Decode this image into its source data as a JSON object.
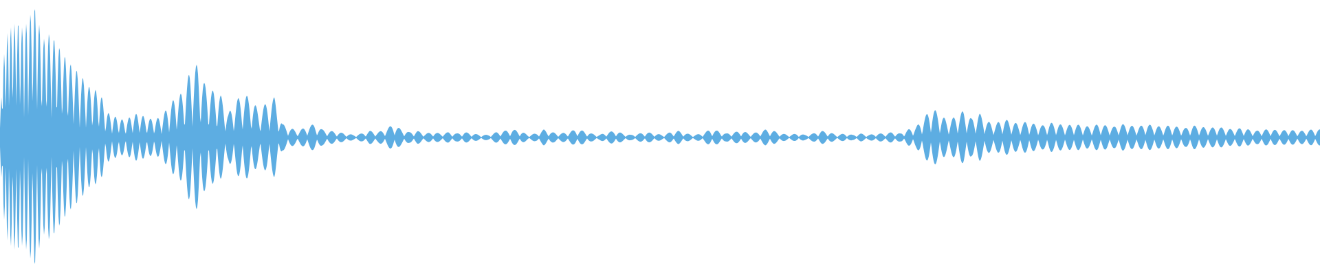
{
  "waveform": {
    "fill_color": "#5DADE2",
    "background_color": "#FFFFFF",
    "amplitude_envelope": [
      [
        0.0,
        0.1
      ],
      [
        0.002,
        0.55
      ],
      [
        0.006,
        0.8
      ],
      [
        0.01,
        0.84
      ],
      [
        0.014,
        0.86
      ],
      [
        0.018,
        0.8
      ],
      [
        0.022,
        0.9
      ],
      [
        0.027,
        0.98
      ],
      [
        0.032,
        0.72
      ],
      [
        0.038,
        0.78
      ],
      [
        0.043,
        0.7
      ],
      [
        0.048,
        0.62
      ],
      [
        0.053,
        0.55
      ],
      [
        0.058,
        0.5
      ],
      [
        0.063,
        0.44
      ],
      [
        0.067,
        0.38
      ],
      [
        0.071,
        0.36
      ],
      [
        0.076,
        0.34
      ],
      [
        0.08,
        0.2
      ],
      [
        0.085,
        0.16
      ],
      [
        0.09,
        0.15
      ],
      [
        0.095,
        0.12
      ],
      [
        0.1,
        0.17
      ],
      [
        0.106,
        0.18
      ],
      [
        0.111,
        0.14
      ],
      [
        0.117,
        0.14
      ],
      [
        0.122,
        0.15
      ],
      [
        0.128,
        0.24
      ],
      [
        0.133,
        0.3
      ],
      [
        0.139,
        0.34
      ],
      [
        0.144,
        0.5
      ],
      [
        0.15,
        0.55
      ],
      [
        0.155,
        0.4
      ],
      [
        0.161,
        0.35
      ],
      [
        0.167,
        0.32
      ],
      [
        0.173,
        0.18
      ],
      [
        0.179,
        0.28
      ],
      [
        0.184,
        0.32
      ],
      [
        0.19,
        0.3
      ],
      [
        0.196,
        0.2
      ],
      [
        0.202,
        0.26
      ],
      [
        0.208,
        0.3
      ],
      [
        0.214,
        0.1
      ],
      [
        0.22,
        0.07
      ],
      [
        0.226,
        0.05
      ],
      [
        0.232,
        0.08
      ],
      [
        0.238,
        0.1
      ],
      [
        0.244,
        0.06
      ],
      [
        0.25,
        0.05
      ],
      [
        0.256,
        0.04
      ],
      [
        0.262,
        0.03
      ],
      [
        0.268,
        0.02
      ],
      [
        0.274,
        0.03
      ],
      [
        0.28,
        0.05
      ],
      [
        0.286,
        0.04
      ],
      [
        0.292,
        0.06
      ],
      [
        0.298,
        0.1
      ],
      [
        0.304,
        0.06
      ],
      [
        0.31,
        0.04
      ],
      [
        0.316,
        0.05
      ],
      [
        0.322,
        0.03
      ],
      [
        0.328,
        0.04
      ],
      [
        0.334,
        0.03
      ],
      [
        0.34,
        0.04
      ],
      [
        0.346,
        0.03
      ],
      [
        0.352,
        0.04
      ],
      [
        0.358,
        0.03
      ],
      [
        0.364,
        0.02
      ],
      [
        0.37,
        0.02
      ],
      [
        0.376,
        0.04
      ],
      [
        0.382,
        0.05
      ],
      [
        0.388,
        0.06
      ],
      [
        0.394,
        0.05
      ],
      [
        0.4,
        0.02
      ],
      [
        0.406,
        0.03
      ],
      [
        0.412,
        0.06
      ],
      [
        0.418,
        0.04
      ],
      [
        0.424,
        0.03
      ],
      [
        0.43,
        0.04
      ],
      [
        0.436,
        0.06
      ],
      [
        0.442,
        0.05
      ],
      [
        0.448,
        0.03
      ],
      [
        0.454,
        0.02
      ],
      [
        0.46,
        0.04
      ],
      [
        0.466,
        0.05
      ],
      [
        0.472,
        0.03
      ],
      [
        0.478,
        0.02
      ],
      [
        0.484,
        0.03
      ],
      [
        0.49,
        0.04
      ],
      [
        0.496,
        0.03
      ],
      [
        0.502,
        0.02
      ],
      [
        0.508,
        0.04
      ],
      [
        0.514,
        0.05
      ],
      [
        0.52,
        0.03
      ],
      [
        0.526,
        0.02
      ],
      [
        0.532,
        0.03
      ],
      [
        0.538,
        0.06
      ],
      [
        0.544,
        0.05
      ],
      [
        0.55,
        0.03
      ],
      [
        0.556,
        0.04
      ],
      [
        0.562,
        0.05
      ],
      [
        0.568,
        0.03
      ],
      [
        0.574,
        0.04
      ],
      [
        0.58,
        0.06
      ],
      [
        0.586,
        0.05
      ],
      [
        0.592,
        0.03
      ],
      [
        0.598,
        0.02
      ],
      [
        0.604,
        0.03
      ],
      [
        0.61,
        0.02
      ],
      [
        0.616,
        0.03
      ],
      [
        0.622,
        0.05
      ],
      [
        0.628,
        0.04
      ],
      [
        0.634,
        0.02
      ],
      [
        0.64,
        0.03
      ],
      [
        0.646,
        0.02
      ],
      [
        0.652,
        0.03
      ],
      [
        0.658,
        0.02
      ],
      [
        0.664,
        0.03
      ],
      [
        0.67,
        0.03
      ],
      [
        0.676,
        0.04
      ],
      [
        0.682,
        0.03
      ],
      [
        0.688,
        0.06
      ],
      [
        0.694,
        0.08
      ],
      [
        0.7,
        0.15
      ],
      [
        0.706,
        0.22
      ],
      [
        0.712,
        0.18
      ],
      [
        0.718,
        0.12
      ],
      [
        0.724,
        0.16
      ],
      [
        0.73,
        0.2
      ],
      [
        0.736,
        0.14
      ],
      [
        0.742,
        0.18
      ],
      [
        0.748,
        0.12
      ],
      [
        0.754,
        0.1
      ],
      [
        0.76,
        0.14
      ],
      [
        0.766,
        0.12
      ],
      [
        0.772,
        0.1
      ],
      [
        0.778,
        0.12
      ],
      [
        0.784,
        0.1
      ],
      [
        0.79,
        0.09
      ],
      [
        0.796,
        0.11
      ],
      [
        0.802,
        0.1
      ],
      [
        0.808,
        0.09
      ],
      [
        0.814,
        0.1
      ],
      [
        0.82,
        0.09
      ],
      [
        0.826,
        0.08
      ],
      [
        0.832,
        0.1
      ],
      [
        0.838,
        0.09
      ],
      [
        0.844,
        0.08
      ],
      [
        0.85,
        0.1
      ],
      [
        0.856,
        0.09
      ],
      [
        0.862,
        0.08
      ],
      [
        0.868,
        0.1
      ],
      [
        0.874,
        0.09
      ],
      [
        0.88,
        0.08
      ],
      [
        0.886,
        0.09
      ],
      [
        0.892,
        0.08
      ],
      [
        0.898,
        0.07
      ],
      [
        0.904,
        0.09
      ],
      [
        0.91,
        0.08
      ],
      [
        0.916,
        0.07
      ],
      [
        0.922,
        0.08
      ],
      [
        0.928,
        0.07
      ],
      [
        0.934,
        0.06
      ],
      [
        0.94,
        0.07
      ],
      [
        0.946,
        0.06
      ],
      [
        0.952,
        0.05
      ],
      [
        0.958,
        0.06
      ],
      [
        0.964,
        0.06
      ],
      [
        0.97,
        0.05
      ],
      [
        0.976,
        0.06
      ],
      [
        0.982,
        0.05
      ],
      [
        0.988,
        0.05
      ],
      [
        0.994,
        0.06
      ],
      [
        1.0,
        0.06
      ]
    ]
  }
}
